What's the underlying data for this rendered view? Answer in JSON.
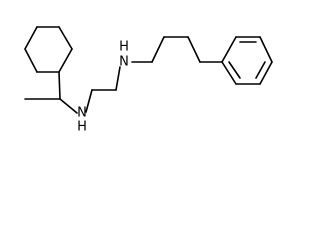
{
  "molecule": {
    "atoms": {
      "nitrogen_left": "N",
      "nitrogen_right": "N",
      "hydrogen_left": "H",
      "hydrogen_right": "H"
    },
    "colors": {
      "bond": "#000000",
      "background": "#ffffff"
    }
  }
}
